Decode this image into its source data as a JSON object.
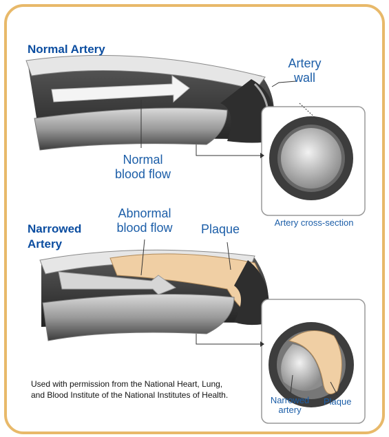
{
  "headings": {
    "normal": "Normal Artery",
    "narrowed": "Narrowed Artery"
  },
  "labels": {
    "artery_wall": "Artery wall",
    "normal_blood_flow": "Normal blood flow",
    "abnormal_blood_flow": "Abnormal blood flow",
    "plaque_top": "Plaque",
    "cross_section": "Artery cross-section",
    "narrowed_artery": "Narrowed artery",
    "plaque_bottom": "Plaque"
  },
  "credit": "Used with permission from the National Heart, Lung, and Blood Institute of the National Institutes of Health.",
  "colors": {
    "frame": "#e8b96a",
    "label_text": "#1c5ea8",
    "plaque": "#f0cfa4",
    "artery_dark": "#4a4a4a"
  }
}
